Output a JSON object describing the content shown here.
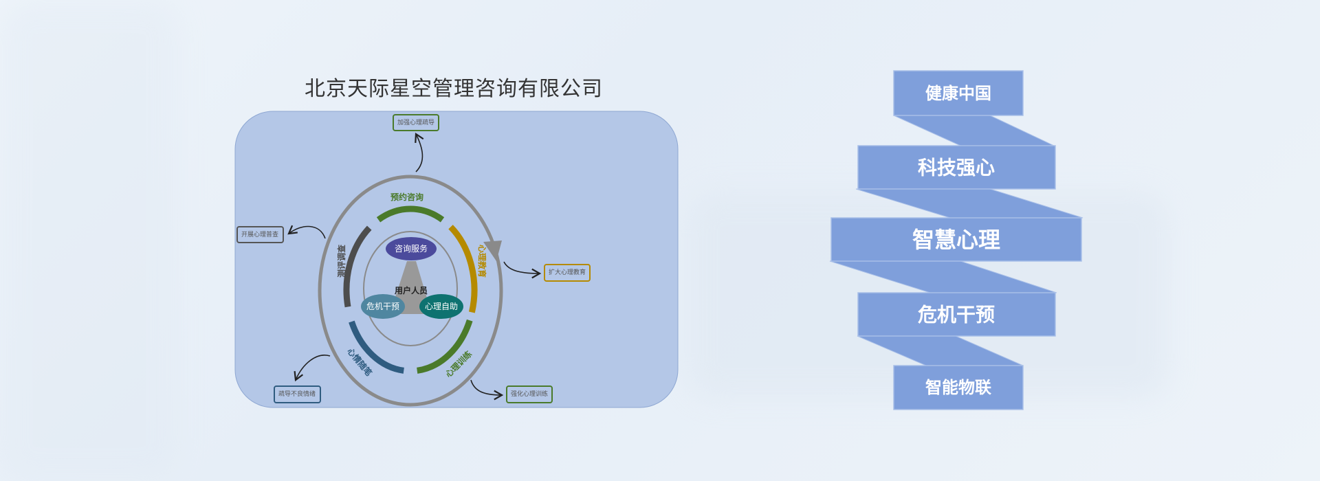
{
  "title": "北京天际星空管理咨询有限公司",
  "diagram": {
    "center": {
      "label": "用户人员"
    },
    "nodes": [
      "咨询服务",
      "危机干预",
      "心理自助"
    ],
    "arcs": [
      "预约咨询",
      "心理教育",
      "心理训练",
      "心情随笔",
      "测评调查"
    ],
    "outcomes": {
      "top": "加强心理疏导",
      "left": "开展心理普查",
      "right": "扩大心理教育",
      "bottom_left": "疏导不良情绪",
      "bottom_right": "强化心理训练"
    },
    "colors": {
      "panel": "#b4c7e7",
      "green": "#4a7a2a",
      "gold": "#b58a00",
      "blue": "#2f5c80",
      "dark": "#4d4d4d",
      "ring": "#8a8a8a"
    }
  },
  "ribbon": {
    "items": [
      "健康中国",
      "科技强心",
      "智慧心理",
      "危机干预",
      "智能物联"
    ],
    "color": "#7f9fdb"
  }
}
